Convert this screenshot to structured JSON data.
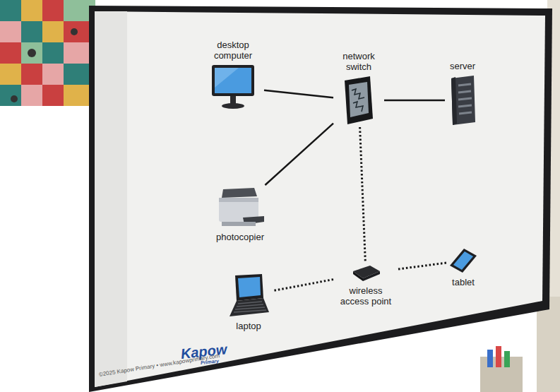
{
  "diagram": {
    "nodes": [
      {
        "text": [
          "desktop computer"
        ]
      },
      {
        "text": [
          "network switch"
        ]
      },
      {
        "text": [
          "server"
        ]
      },
      {
        "text": [
          "photocopier"
        ]
      },
      {
        "text": [
          "wireless access point"
        ]
      },
      {
        "text": [
          "laptop"
        ]
      },
      {
        "text": [
          "tablet"
        ]
      }
    ],
    "edges": [
      {
        "from": 0,
        "to": 1,
        "arrow": "none"
      },
      {
        "from": 1,
        "to": 2,
        "arrow": "none"
      },
      {
        "from": 1,
        "to": 3,
        "arrow": "none"
      },
      {
        "from": 1,
        "to": 4,
        "arrow": "none"
      },
      {
        "from": 4,
        "to": 5,
        "arrow": "none"
      },
      {
        "from": 4,
        "to": 6,
        "arrow": "none"
      }
    ],
    "labels": [
      "Kapow",
      "Primary",
      "©2025 Kapow Primary • www.kapowprimary.com"
    ]
  }
}
